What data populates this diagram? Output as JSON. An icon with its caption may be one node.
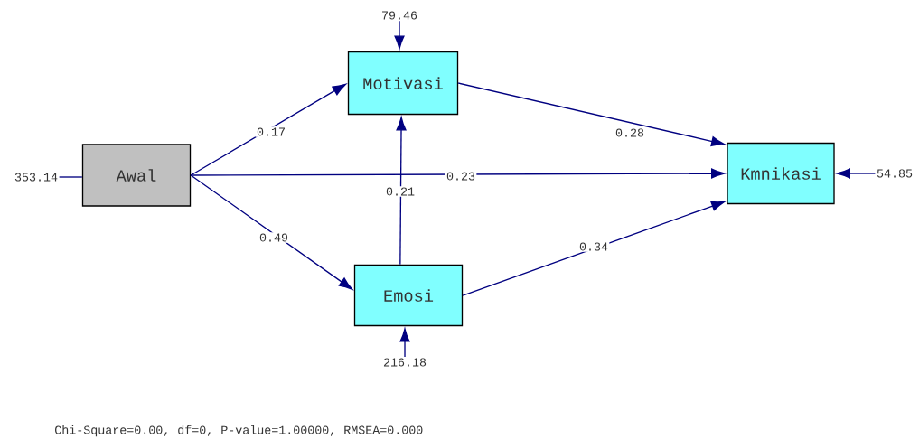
{
  "diagram": {
    "nodes": [
      {
        "text": [
          "79.46"
        ]
      },
      {
        "text": [
          "Motivasi"
        ]
      },
      {
        "text": [
          "353.14"
        ]
      },
      {
        "text": [
          "Awal"
        ]
      },
      {
        "text": [
          "Kmnikasi"
        ]
      },
      {
        "text": [
          "54.85"
        ]
      },
      {
        "text": [
          "Emosi"
        ]
      },
      {
        "text": [
          "216.18"
        ]
      }
    ],
    "edges": [
      {
        "from": 0,
        "to": 1,
        "arrow": "to"
      },
      {
        "from": 2,
        "to": 3,
        "arrow": "none"
      },
      {
        "from": 3,
        "to": 1,
        "arrow": "to",
        "label": "0.17"
      },
      {
        "from": 3,
        "to": 4,
        "arrow": "to",
        "label": "0.23"
      },
      {
        "from": 3,
        "to": 6,
        "arrow": "to",
        "label": "0.49"
      },
      {
        "from": 6,
        "to": 1,
        "arrow": "to",
        "label": "0.21"
      },
      {
        "from": 1,
        "to": 4,
        "arrow": "to",
        "label": "0.28"
      },
      {
        "from": 6,
        "to": 4,
        "arrow": "to",
        "label": "0.34"
      },
      {
        "from": 5,
        "to": 4,
        "arrow": "to"
      },
      {
        "from": 7,
        "to": 6,
        "arrow": "to"
      }
    ],
    "labels": [
      "Chi-Square=0.00, df=0, P-value=1.00000, RMSEA=0.000"
    ]
  }
}
